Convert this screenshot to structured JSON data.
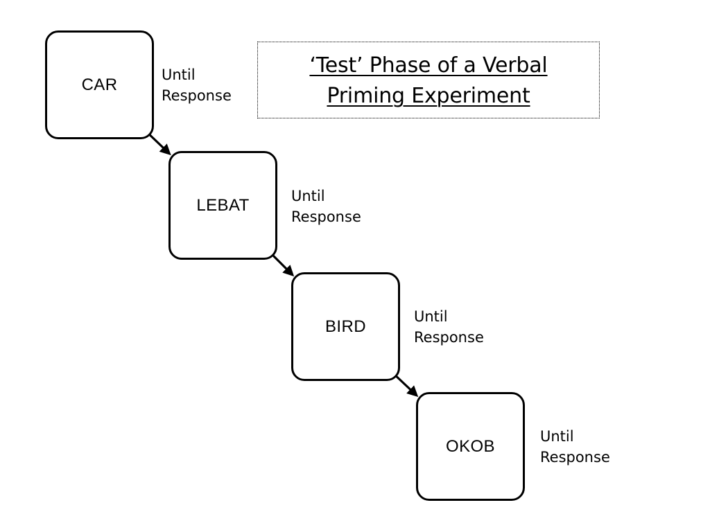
{
  "slide": {
    "background_color": "#ffffff",
    "ink_color": "#000000",
    "title": {
      "box_border_style": "dotted",
      "lines": [
        "‘Test’ Phase of a Verbal",
        "Priming Experiment"
      ]
    },
    "flow": {
      "type": "sequential-trial-sequence",
      "steps": [
        {
          "stimulus": "CAR",
          "duration_line1": "Until",
          "duration_line2": "Response"
        },
        {
          "stimulus": "LEBAT",
          "duration_line1": "Until",
          "duration_line2": "Response"
        },
        {
          "stimulus": "BIRD",
          "duration_line1": "Until",
          "duration_line2": "Response"
        },
        {
          "stimulus": "OKOB",
          "duration_line1": "Until",
          "duration_line2": "Response"
        }
      ],
      "connector_count": 3,
      "connector_style": "solid-diagonal-arrow"
    }
  }
}
